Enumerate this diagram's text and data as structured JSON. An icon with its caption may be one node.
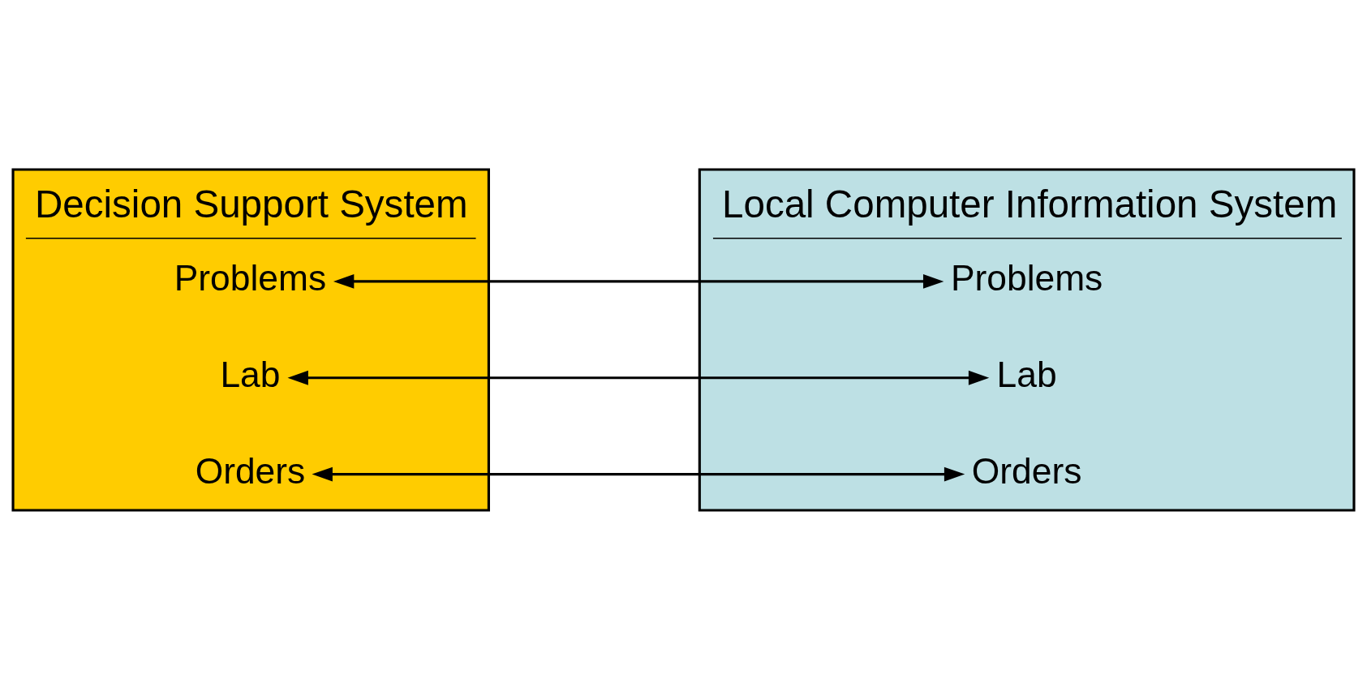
{
  "diagram": {
    "nodes": [
      {
        "text": [
          "Decision Support System"
        ]
      },
      {
        "text": [
          "Problems"
        ],
        "in": 0
      },
      {
        "text": [
          "Lab"
        ],
        "in": 0
      },
      {
        "text": [
          "Orders"
        ],
        "in": 0
      },
      {
        "text": [
          "Local Computer Information System"
        ]
      },
      {
        "text": [
          "Problems"
        ],
        "in": 4
      },
      {
        "text": [
          "Lab"
        ],
        "in": 4
      },
      {
        "text": [
          "Orders"
        ],
        "in": 4
      }
    ],
    "edges": [
      {
        "from": 1,
        "to": 5,
        "arrow": "both"
      },
      {
        "from": 2,
        "to": 6,
        "arrow": "both"
      },
      {
        "from": 3,
        "to": 7,
        "arrow": "both"
      }
    ]
  }
}
